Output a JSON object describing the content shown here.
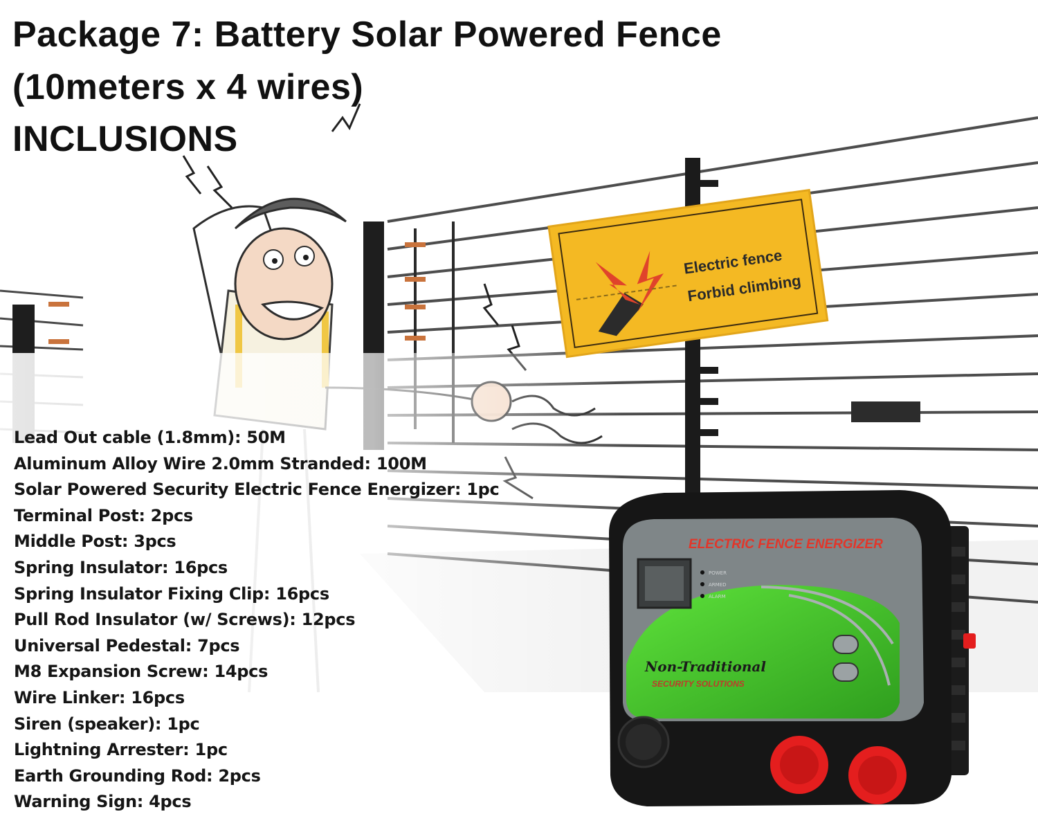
{
  "title": {
    "line1": "Package 7: Battery Solar Powered Fence",
    "line2": "(10meters x 4 wires)",
    "line3": "INCLUSIONS"
  },
  "inclusions": [
    "Lead Out cable (1.8mm): 50M",
    "Aluminum Alloy Wire 2.0mm Stranded: 100M",
    "Solar Powered Security Electric Fence Energizer: 1pc",
    "Terminal Post: 2pcs",
    "Middle Post: 3pcs",
    "Spring Insulator: 16pcs",
    "Spring Insulator Fixing Clip: 16pcs",
    "Pull Rod Insulator (w/ Screws): 12pcs",
    "Universal Pedestal: 7pcs",
    "M8 Expansion Screw: 14pcs",
    "Wire Linker: 16pcs",
    "Siren (speaker): 1pc",
    "Lightning Arrester: 1pc",
    "Earth Grounding Rod: 2pcs",
    "Warning Sign: 4pcs"
  ],
  "warning_sign": {
    "line1": "Electric fence",
    "line2": "Forbid climbing",
    "color": "#f4b923"
  },
  "energizer": {
    "header": "ELECTRIC FENCE ENERGIZER",
    "led_power": "POWER",
    "led_armed": "ARMED",
    "led_alarm": "ALARM",
    "brand_line1": "Non-Traditional",
    "brand_line2": "SECURITY SOLUTIONS",
    "accent_green": "#3fbf2a",
    "knob_red": "#e41e1e"
  },
  "icons": {
    "cartoon": "shocked-man-illustration",
    "sign_symbol": "hand-shock-icon"
  }
}
